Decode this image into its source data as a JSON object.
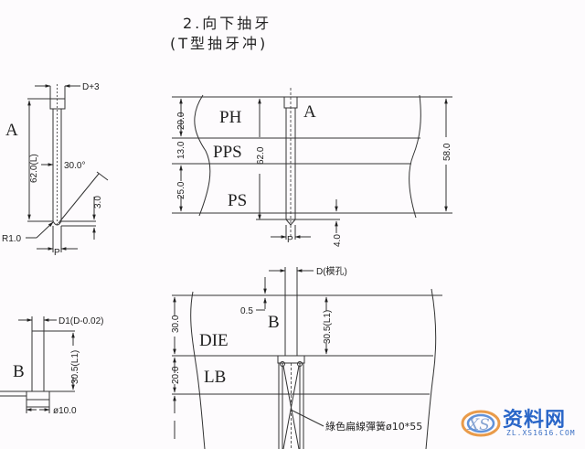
{
  "title": {
    "line1": "2.向下抽牙",
    "line2": "(T型抽牙冲)"
  },
  "figure_A_left": {
    "label": "A",
    "head_dim": "D+3",
    "length_dim": "62.0(L)",
    "angle_dim": "30.0°",
    "tip_dim": "3.0",
    "radius_dim": "R1.0",
    "bottom_dim": "P"
  },
  "figure_A_assembly": {
    "label": "A",
    "plates": [
      "PH",
      "PPS",
      "PS"
    ],
    "plate_dims": [
      "20.0",
      "13.0",
      "25.0"
    ],
    "punch_length": "62.0",
    "total_height": "58.0",
    "protrusion": "4.0",
    "bottom_dim": "P"
  },
  "figure_B_left": {
    "label": "B",
    "top_dim": "D1(D-0.02)",
    "length_dim": "30.5(L1)",
    "head_dim": "ø10.0"
  },
  "figure_B_assembly": {
    "label": "B",
    "plates": [
      "DIE",
      "LB"
    ],
    "plate_dims": [
      "30.0",
      "20.0"
    ],
    "top_dim": "D(模孔)",
    "offset_dim": "0.5",
    "length_dim": "30.5(L1)",
    "spring_note": "綠色扁線彈簧ø10*55"
  },
  "watermark": {
    "brand": "资料网",
    "url": "ZL.XS1616.COM",
    "logo_text": "XS"
  }
}
